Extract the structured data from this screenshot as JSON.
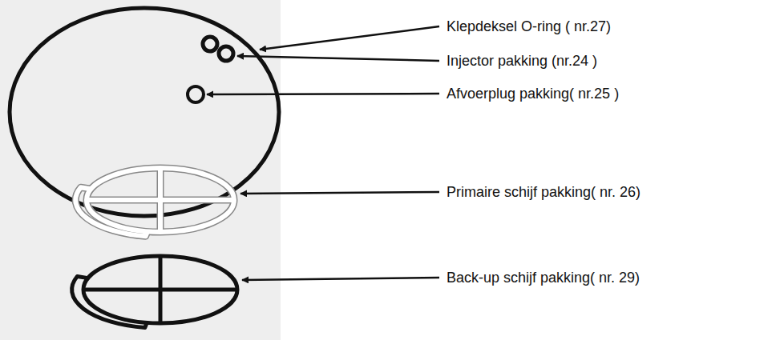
{
  "diagram": {
    "labels": [
      "Klepdeksel O-ring ( nr.27)",
      "Injector pakking  (nr.24 )",
      "Afvoerplug pakking( nr.25 )",
      "Primaire schijf pakking( nr. 26)",
      "Back-up schijf pakking( nr. 29)"
    ]
  }
}
